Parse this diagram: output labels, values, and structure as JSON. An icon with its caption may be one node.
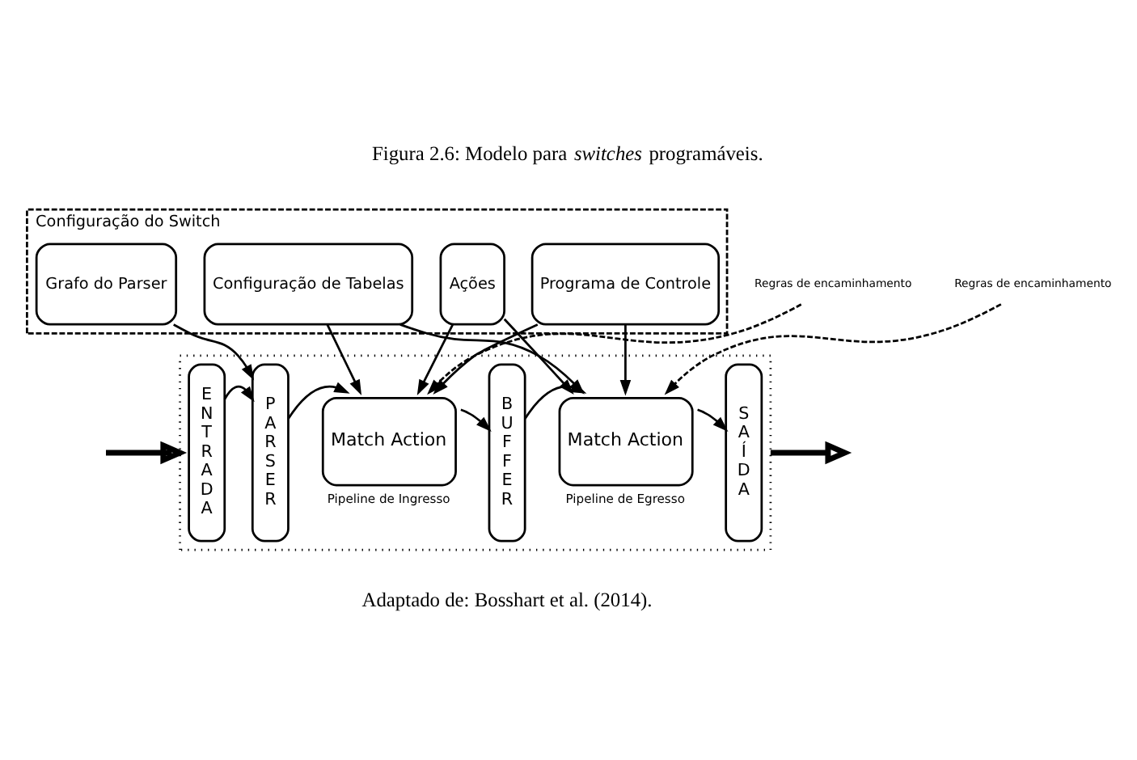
{
  "diagram": {
    "title": "Figura 2.6: Modelo para *switches* programáveis.",
    "caption": "Adaptado de: Bosshart et al. (2014).",
    "nodes": [
      {
        "text": [
          "Configuração do Switch"
        ]
      },
      {
        "text": [
          "Grafo do Parser"
        ],
        "in": 0
      },
      {
        "text": [
          "Programa de Controle"
        ],
        "in": 0
      },
      {
        "text": [
          "Configuração de Tabelas"
        ],
        "in": 0
      },
      {
        "text": [
          "Ações"
        ],
        "in": 0
      },
      {
        "text": [],
        "shape": "box"
      },
      {
        "text": [
          "ENTRADA"
        ],
        "in": 5
      },
      {
        "text": [
          "PARSER"
        ],
        "in": 5
      },
      {
        "text": [
          "Match Action"
        ],
        "in": 5,
        "beside": [
          "Pipeline de Ingresso"
        ]
      },
      {
        "text": [
          "BUFFER"
        ],
        "in": 5
      },
      {
        "text": [
          "Match Action"
        ],
        "in": 5,
        "beside": [
          "Pipeline de Egresso"
        ]
      },
      {
        "text": [
          "SAÍDA"
        ],
        "in": 5
      },
      {
        "text": [
          "Regras de encaminhamento"
        ]
      },
      {
        "text": [
          "Regras de encaminhamento"
        ]
      }
    ],
    "edges": [
      {
        "from": 1,
        "to": 7,
        "arrow": "to"
      },
      {
        "from": 2,
        "to": 8,
        "arrow": "to"
      },
      {
        "from": 2,
        "to": 10,
        "arrow": "to"
      },
      {
        "from": 3,
        "to": 8,
        "arrow": "to"
      },
      {
        "from": 3,
        "to": 10,
        "arrow": "to"
      },
      {
        "from": 4,
        "to": 8,
        "arrow": "to"
      },
      {
        "from": 4,
        "to": 10,
        "arrow": "to"
      },
      {
        "from": 12,
        "to": 8,
        "arrow": "to",
        "style": "dashed"
      },
      {
        "from": 13,
        "to": 10,
        "arrow": "to",
        "style": "dashed"
      },
      {
        "from": null,
        "to": 5,
        "arrow": "to",
        "style": "thick"
      },
      {
        "from": 6,
        "to": 7,
        "arrow": "to"
      },
      {
        "from": 7,
        "to": 8,
        "arrow": "to"
      },
      {
        "from": 8,
        "to": 9,
        "arrow": "to"
      },
      {
        "from": 9,
        "to": 10,
        "arrow": "to"
      },
      {
        "from": 10,
        "to": 11,
        "arrow": "to"
      },
      {
        "from": 5,
        "to": null,
        "arrow": "to",
        "style": "thick"
      }
    ]
  }
}
